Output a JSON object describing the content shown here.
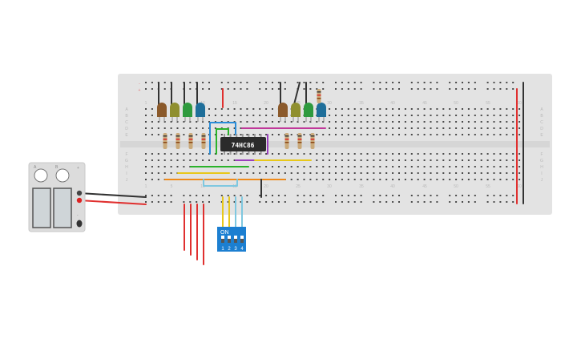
{
  "breadboard": {
    "row_letters_top": [
      "A",
      "B",
      "C",
      "D",
      "E"
    ],
    "row_letters_bottom": [
      "F",
      "G",
      "H",
      "I",
      "J"
    ],
    "column_numbers": [
      "1",
      "5",
      "10",
      "15",
      "20",
      "25",
      "30",
      "35",
      "40",
      "45",
      "50",
      "55",
      "60"
    ],
    "rail_signs": [
      "+",
      "-"
    ]
  },
  "chip": {
    "label": "74HC86"
  },
  "dip_switch": {
    "on_label": "ON",
    "switch_numbers": [
      "1",
      "2",
      "3",
      "4"
    ]
  },
  "power_supply": {
    "knob_labels": [
      "A",
      "B"
    ],
    "terminal_labels": [
      "+",
      "-"
    ]
  },
  "colors": {
    "board": "#e3e3e3",
    "hole": "#4a4a4a",
    "wire_red": "#e0302f",
    "wire_black": "#333333",
    "wire_blue": "#2a8dd8",
    "wire_green": "#2bb32b",
    "wire_purple": "#9a3fbd",
    "wire_magenta": "#c0399a",
    "wire_yellow": "#e8c81a",
    "wire_orange": "#ef8a1a",
    "wire_lightblue": "#7fc8e0",
    "led_brown": "#8b5a2b",
    "led_olive": "#8f8f2f",
    "led_green": "#2e9a3e",
    "led_blue": "#1f6f9a",
    "dip_body": "#1c7fd1"
  }
}
